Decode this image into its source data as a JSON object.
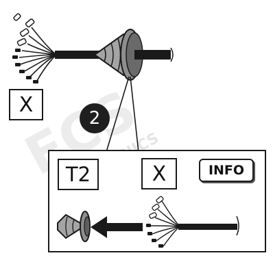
{
  "watermark": {
    "brand": "ECS",
    "subtext": "ELECTRONICS"
  },
  "labels": {
    "top_left_box": "X",
    "step_number": "2",
    "inset_t2": "T2",
    "inset_x": "X",
    "inset_info": "INFO"
  },
  "icons": {
    "grommet": "rubber-grommet-icon",
    "harness": "wire-harness-icon",
    "arrow": "left-arrow-icon"
  },
  "colors": {
    "line": "#1a1a1a",
    "grommet_fill": "#9a9a9a",
    "grommet_dark": "#5f5f5f",
    "watermark": "#e6e6e6",
    "badge": "#1f1f1f"
  }
}
